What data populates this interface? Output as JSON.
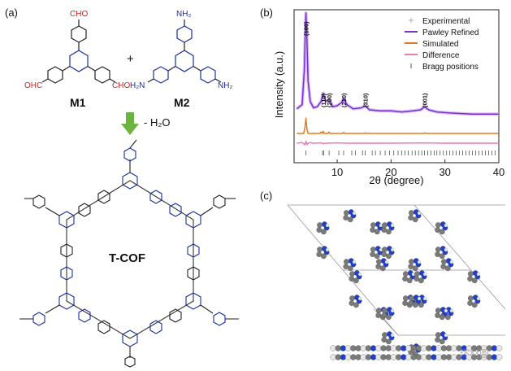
{
  "panels": {
    "a": "(a)",
    "b": "(b)",
    "c": "(c)"
  },
  "scheme": {
    "m1_label": "M1",
    "m2_label": "M2",
    "plus": "+",
    "byproduct": "- H₂O",
    "product_label": "T-COF",
    "m1_groups": [
      "CHO",
      "OHC",
      "CHO"
    ],
    "m2_groups": [
      "NH₂",
      "H₂N",
      "NH₂"
    ],
    "aldehyde_color": "#cc2222",
    "nitrogen_color": "#1a2fa0",
    "arrow_color": "#6cb33f"
  },
  "chart_data": {
    "type": "line",
    "title": "",
    "xlabel": "2θ (degree)",
    "ylabel": "Intensity (a.u.)",
    "xlim": [
      2,
      40
    ],
    "xticks": [
      10,
      20,
      30,
      40
    ],
    "grid": false,
    "legend_position": "top-right",
    "legend": [
      {
        "name": "Experimental",
        "color": "#b0b0b0",
        "style": "marker"
      },
      {
        "name": "Pawley Refined",
        "color": "#7b2fd0",
        "style": "line"
      },
      {
        "name": "Simulated",
        "color": "#e8791a",
        "style": "line"
      },
      {
        "name": "Difference",
        "color": "#e87ab8",
        "style": "line"
      },
      {
        "name": "Bragg positions",
        "color": "#555555",
        "style": "tick"
      }
    ],
    "peak_labels": [
      {
        "text": "(100)",
        "x": 4.2
      },
      {
        "text": "(110)",
        "x": 7.4
      },
      {
        "text": "(200)",
        "x": 8.5
      },
      {
        "text": "(210)",
        "x": 11.2
      },
      {
        "text": "(310)",
        "x": 15.2
      },
      {
        "text": "(001)",
        "x": 26.2
      }
    ],
    "series": [
      {
        "name": "Pawley Refined",
        "x": [
          2.5,
          3.5,
          3.9,
          4.1,
          4.2,
          4.35,
          4.6,
          5.0,
          5.6,
          6.3,
          7.0,
          7.4,
          7.9,
          8.5,
          9.2,
          10.0,
          10.8,
          11.2,
          11.8,
          13.0,
          14.5,
          15.2,
          16.0,
          18.0,
          20.0,
          22.0,
          24.0,
          25.5,
          26.2,
          27.0,
          28.5,
          31.0,
          35.0,
          40.0
        ],
        "y": [
          0.08,
          0.12,
          0.45,
          0.85,
          1.0,
          0.8,
          0.35,
          0.15,
          0.09,
          0.1,
          0.15,
          0.23,
          0.15,
          0.17,
          0.1,
          0.11,
          0.14,
          0.18,
          0.12,
          0.08,
          0.09,
          0.11,
          0.07,
          0.06,
          0.06,
          0.05,
          0.06,
          0.07,
          0.1,
          0.07,
          0.05,
          0.04,
          0.03,
          0.03
        ]
      },
      {
        "name": "Simulated",
        "x": [
          2.5,
          3.8,
          4.0,
          4.2,
          4.4,
          4.6,
          6.8,
          7.0,
          7.2,
          7.4,
          7.6,
          8.3,
          8.5,
          8.7,
          11.0,
          11.2,
          11.4,
          15.0,
          15.2,
          15.4,
          26.0,
          26.2,
          26.4,
          40.0
        ],
        "y": [
          0.0,
          0.0,
          0.2,
          0.55,
          0.15,
          0.0,
          0.0,
          0.05,
          0.0,
          0.08,
          0.0,
          0.0,
          0.05,
          0.0,
          0.0,
          0.04,
          0.0,
          0.0,
          0.02,
          0.0,
          0.0,
          0.02,
          0.0,
          0.0
        ]
      },
      {
        "name": "Difference",
        "x": [
          2.5,
          3.5,
          4.0,
          4.2,
          4.4,
          4.8,
          5.5,
          7.0,
          7.4,
          8.0,
          10.0,
          12.0,
          15.0,
          20.0,
          26.2,
          30.0,
          40.0
        ],
        "y": [
          0.0,
          0.02,
          -0.05,
          0.06,
          -0.04,
          0.02,
          0.0,
          0.01,
          -0.01,
          0.0,
          0.01,
          0.0,
          0.0,
          0.0,
          0.01,
          0.0,
          0.0
        ]
      }
    ],
    "bragg_positions": [
      4.2,
      7.3,
      7.5,
      8.5,
      10.3,
      11.2,
      12.7,
      13.4,
      14.7,
      15.2,
      16.5,
      17.1,
      18.0,
      18.9,
      19.7,
      20.5,
      21.3,
      22.0,
      22.6,
      23.2,
      23.9,
      24.5,
      25.1,
      25.7,
      26.2,
      26.8,
      27.4,
      28.0,
      28.5,
      29.1,
      29.7,
      30.3,
      30.9,
      31.5,
      32.1,
      32.7,
      33.3,
      33.9,
      34.5,
      35.1,
      35.7,
      36.3,
      36.9,
      37.5,
      38.1,
      38.7,
      39.3
    ]
  },
  "crystal": {
    "atom_colors": {
      "carbon": "#7a7a7a",
      "nitrogen": "#1f3fd0",
      "hydrogen": "#e8e8e8"
    }
  },
  "watermark": "环材圈"
}
